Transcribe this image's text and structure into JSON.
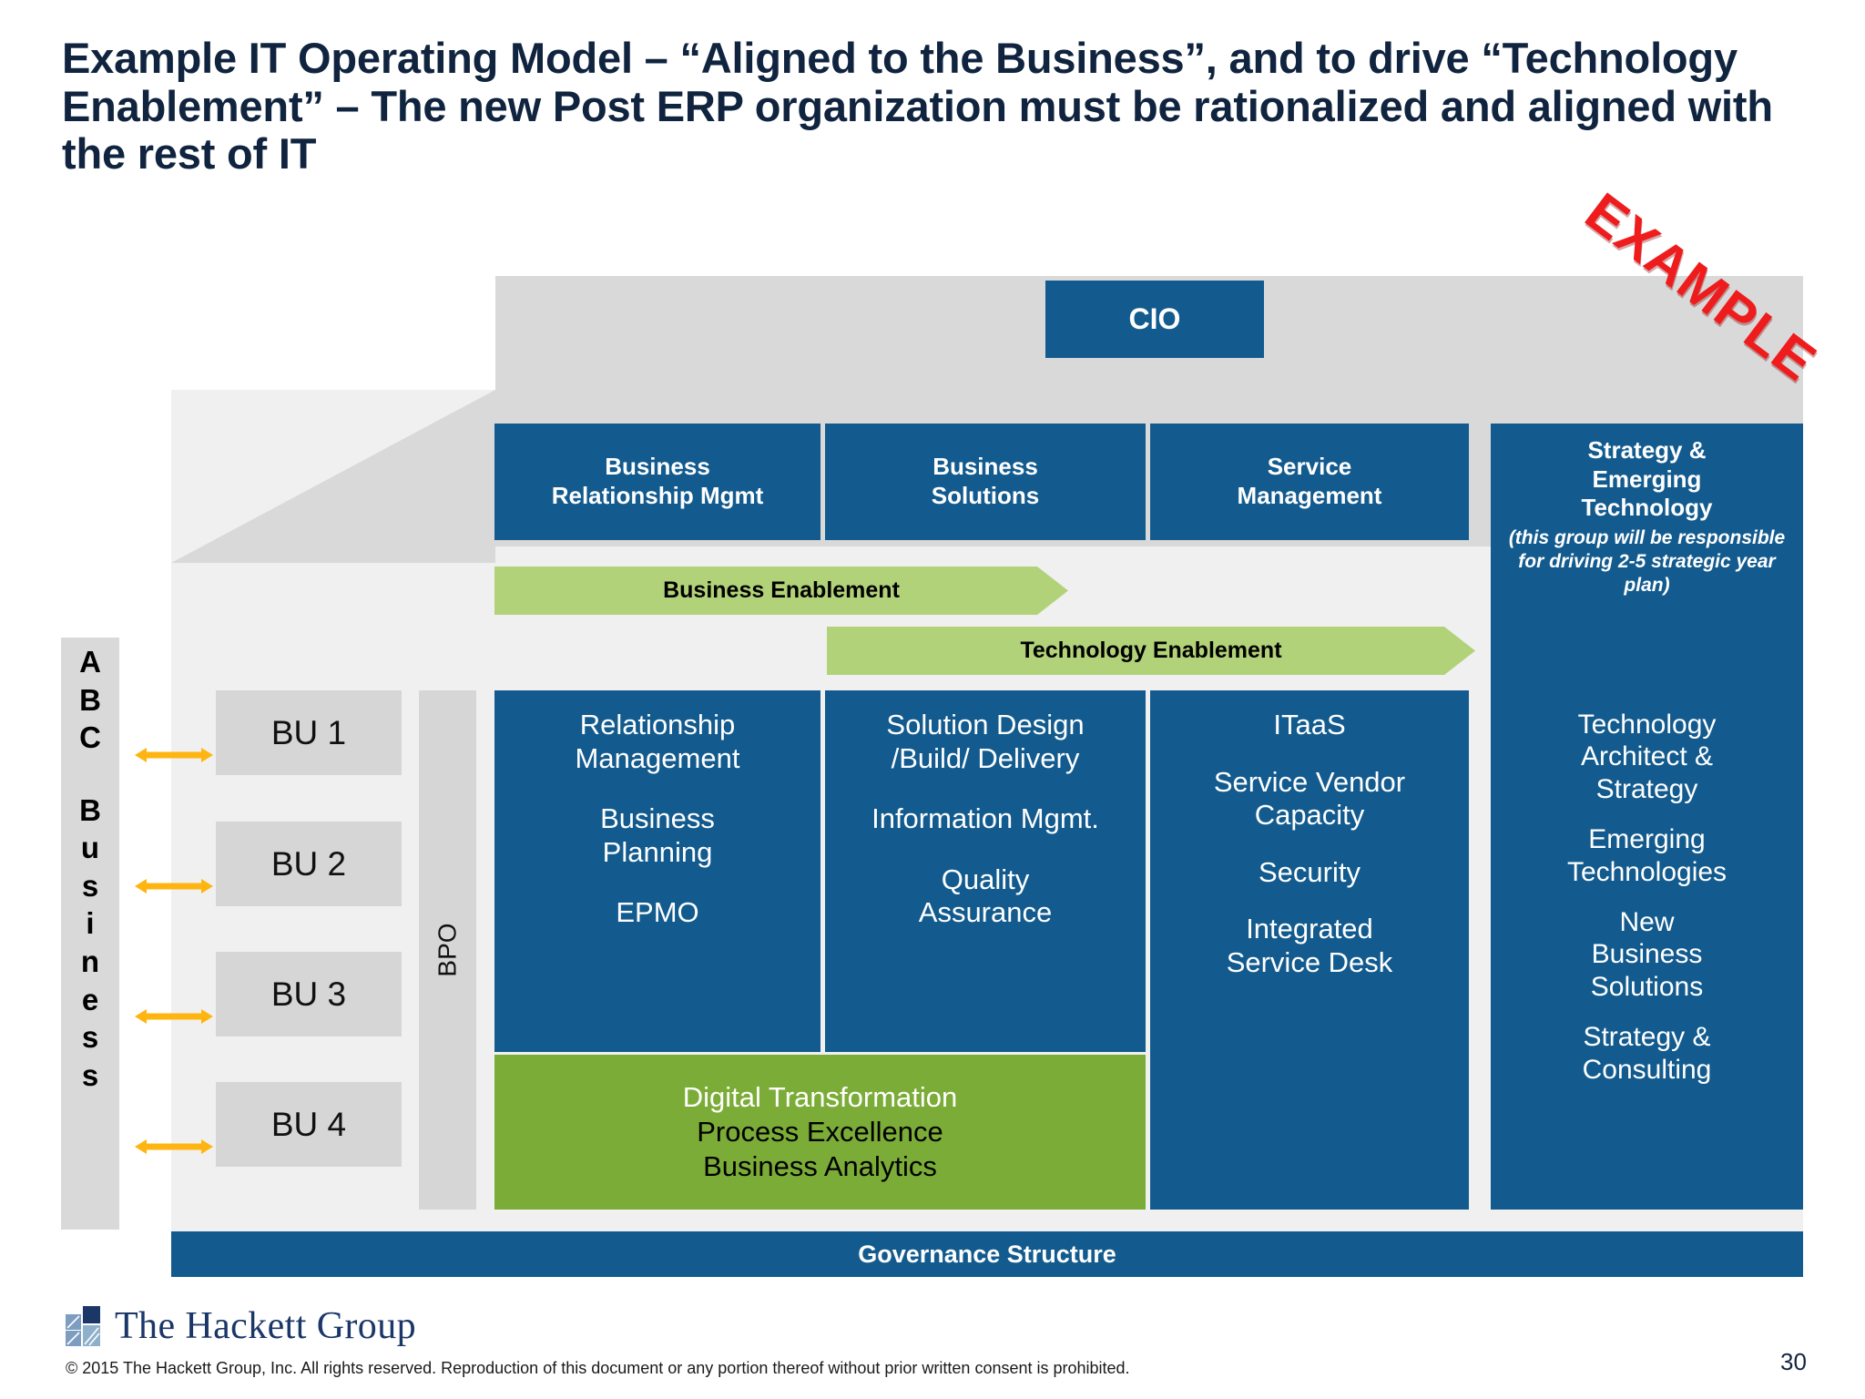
{
  "title": "Example IT Operating Model – “Aligned to the Business”,  and to drive “Technology Enablement” – The new Post ERP organization must be rationalized and aligned with the rest of IT",
  "watermark": "EXAMPLE",
  "colors": {
    "blue": "#135b8e",
    "green": "#7bac37",
    "chevron_green": "#b2d279",
    "gray_box": "#d6d6d6",
    "gray_band": "#d9d9d9",
    "gray_bg": "#f0f0f0",
    "arrow_yellow": "#ffb511",
    "watermark_red": "#ee1c1c",
    "title_navy": "#10243f"
  },
  "top": {
    "cio": "CIO"
  },
  "headers": [
    {
      "line1": "Business",
      "line2": "Relationship Mgmt"
    },
    {
      "line1": "Business",
      "line2": "Solutions"
    },
    {
      "line1": "Service",
      "line2": "Management"
    }
  ],
  "strategy_column": {
    "line1": "Strategy &",
    "line2": "Emerging",
    "line3": "Technology",
    "note": "(this group will be responsible for driving 2-5  strategic year plan)"
  },
  "chevrons": [
    {
      "label": "Business Enablement"
    },
    {
      "label": "Technology Enablement"
    }
  ],
  "left_strip": {
    "top_letters": [
      "A",
      "B",
      "C"
    ],
    "bottom_letters": [
      "B",
      "u",
      "s",
      "i",
      "n",
      "e",
      "s",
      "s"
    ]
  },
  "business_units": [
    "BU 1",
    "BU 2",
    "BU 3",
    "BU 4"
  ],
  "bpo": "BPO",
  "columns": [
    {
      "name": "business-relationship-mgmt",
      "items": [
        {
          "lines": [
            "Relationship",
            "Management"
          ]
        },
        {
          "lines": [
            "Business",
            "Planning"
          ]
        },
        {
          "lines": [
            "EPMO"
          ]
        }
      ]
    },
    {
      "name": "business-solutions",
      "items": [
        {
          "lines": [
            "Solution Design",
            "/Build/ Delivery"
          ]
        },
        {
          "lines": [
            "Information Mgmt."
          ]
        },
        {
          "lines": [
            "Quality",
            "Assurance"
          ]
        }
      ]
    },
    {
      "name": "service-management",
      "items": [
        {
          "lines": [
            "ITaaS"
          ]
        },
        {
          "lines": [
            "Service Vendor",
            "Capacity"
          ]
        },
        {
          "lines": [
            "Security"
          ]
        },
        {
          "lines": [
            "Integrated",
            "Service Desk"
          ]
        }
      ]
    },
    {
      "name": "strategy-emerging-technology",
      "items": [
        {
          "lines": [
            "Technology",
            "Architect &",
            "Strategy"
          ]
        },
        {
          "lines": [
            "Emerging",
            "Technologies"
          ]
        },
        {
          "lines": [
            "New",
            "Business",
            "Solutions"
          ]
        },
        {
          "lines": [
            "Strategy &",
            "Consulting"
          ]
        }
      ]
    }
  ],
  "digital_band": {
    "line1": "Digital Transformation",
    "line2": "Process Excellence",
    "line3": "Business Analytics"
  },
  "governance": "Governance Structure",
  "footer": {
    "logo_text": "The Hackett Group",
    "copyright": "© 2015 The Hackett Group, Inc.  All rights reserved. Reproduction of this document or any portion thereof without prior written consent is prohibited.",
    "page_number": "30"
  }
}
